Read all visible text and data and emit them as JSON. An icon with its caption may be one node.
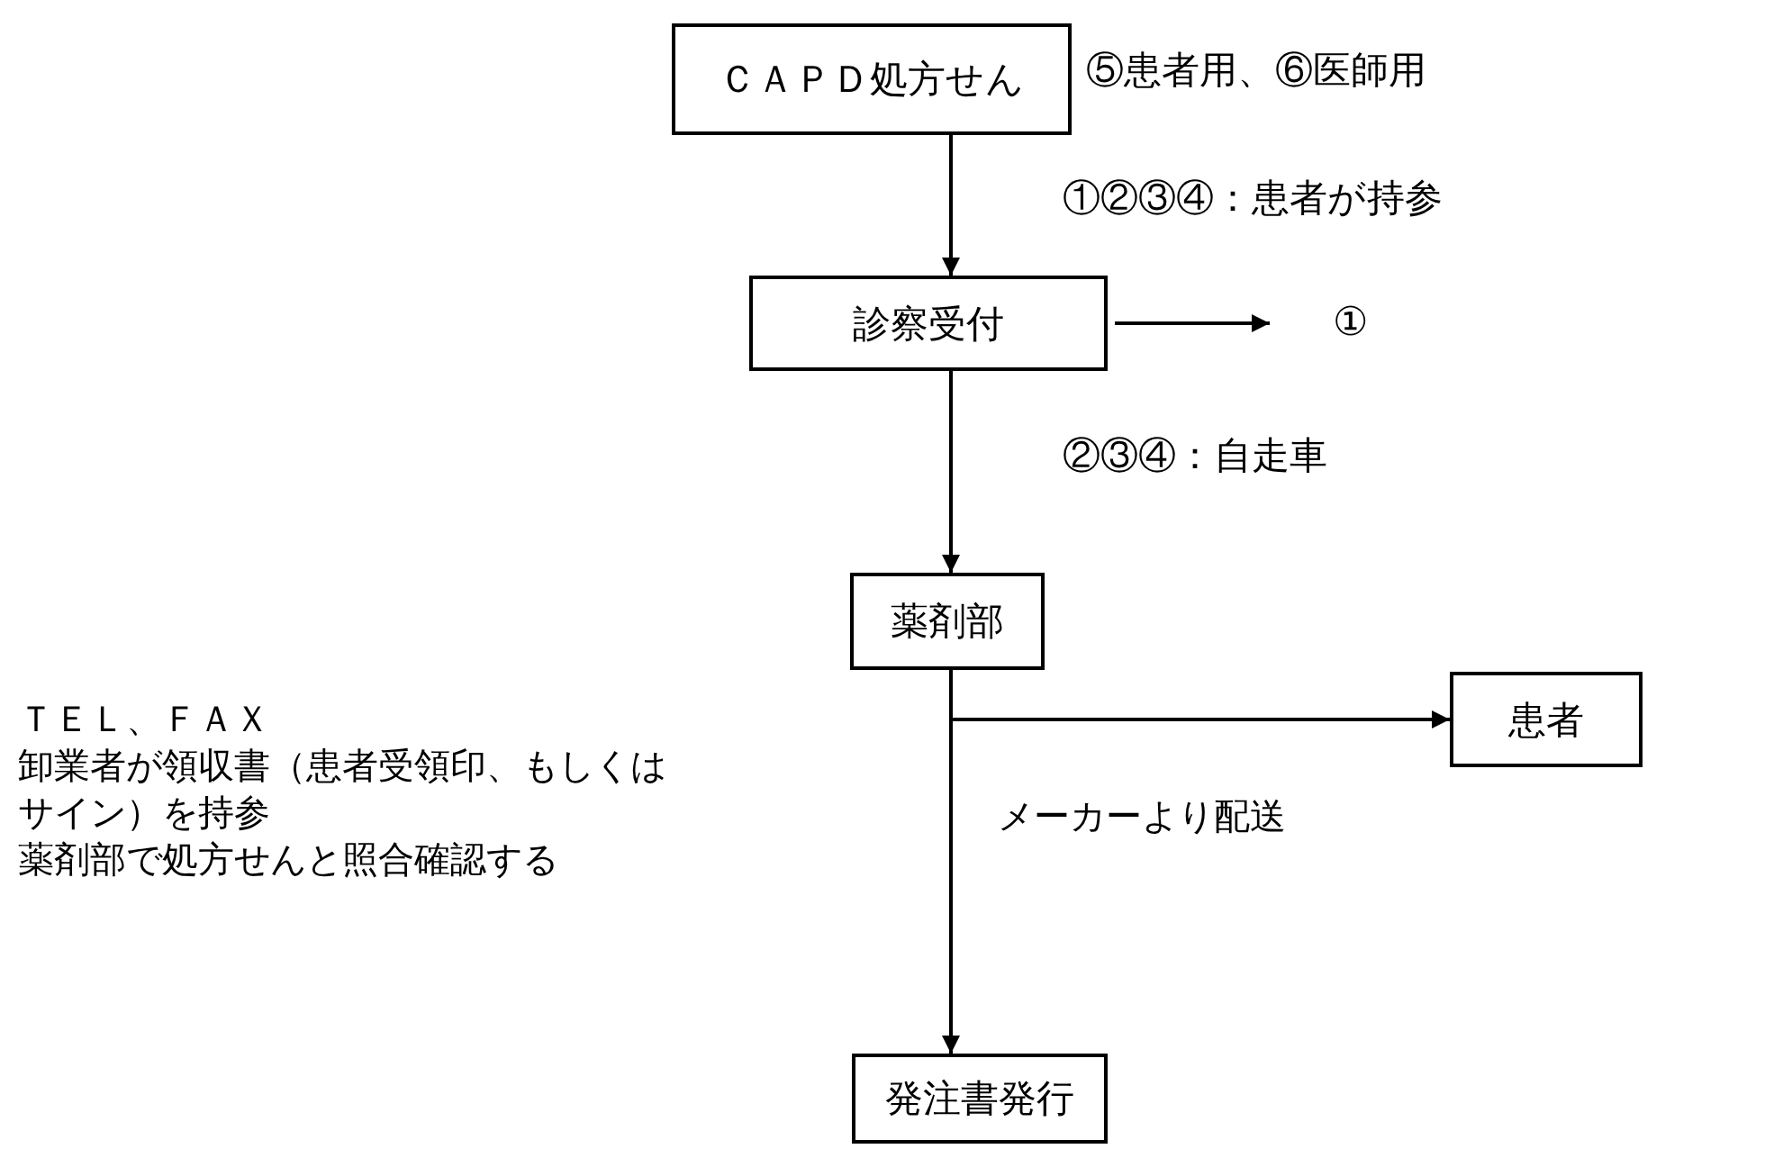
{
  "diagram": {
    "nodes": [
      {
        "text": [
          "ＣＡＰＤ処方せん"
        ]
      },
      {
        "text": [
          "診察受付"
        ]
      },
      {
        "text": [
          "①"
        ]
      },
      {
        "text": [
          "薬剤部"
        ]
      },
      {
        "text": [
          "患者"
        ]
      },
      {
        "text": [
          "発注書発行"
        ]
      }
    ],
    "edges": [
      {
        "from": 0,
        "to": 1,
        "arrow": "to"
      },
      {
        "from": 1,
        "to": 2,
        "arrow": "to"
      },
      {
        "from": 1,
        "to": 3,
        "arrow": "to"
      },
      {
        "from": 3,
        "to": 4,
        "arrow": "to"
      },
      {
        "from": 3,
        "to": 5,
        "arrow": "to"
      }
    ],
    "labels": [
      "⑤患者用、⑥医師用",
      "①②③④：患者が持参",
      "②③④：自走車",
      "ＴＥＬ、ＦＡＸ",
      "卸業者が領収書（患者受領印、もしくはサイン）を持参",
      "薬剤部で処方せんと照合確認する",
      "メーカーより配送"
    ]
  }
}
